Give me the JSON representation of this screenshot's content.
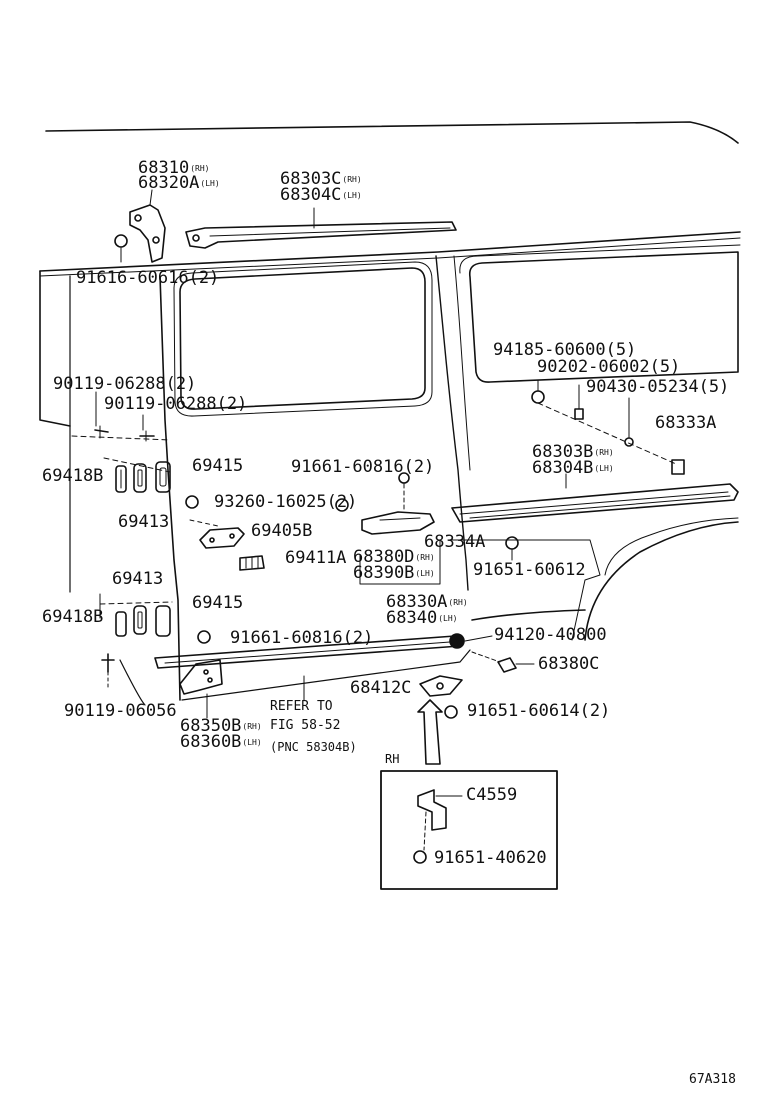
{
  "labels": {
    "p68310": "68310",
    "p68310_side": "(RH)",
    "p68320A": "68320A",
    "p68320A_side": "(LH)",
    "p68303C": "68303C",
    "p68303C_side": "(RH)",
    "p68304C": "68304C",
    "p68304C_side": "(LH)",
    "p91616": "91616-60616(2)",
    "p90119a": "90119-06288(2)",
    "p90119b": "90119-06288(2)",
    "p94185": "94185-60600(5)",
    "p90202": "90202-06002(5)",
    "p90430": "90430-05234(5)",
    "p68333A": "68333A",
    "p69418B_top": "69418B",
    "p69415_top": "69415",
    "p91661_top": "91661-60816(2)",
    "p68303B": "68303B",
    "p68303B_side": "(RH)",
    "p68304B": "68304B",
    "p68304B_side": "(LH)",
    "p93260": "93260-16025(2)",
    "p69413_top": "69413",
    "p69405B": "69405B",
    "p68334A": "68334A",
    "p69411A": "69411A",
    "p68380D": "68380D",
    "p68380D_side": "(RH)",
    "p68390B": "68390B",
    "p68390B_side": "(LH)",
    "p91651_612": "91651-60612",
    "p69413_bot": "69413",
    "p68330A": "68330A",
    "p68330A_side": "(RH)",
    "p68340": "68340",
    "p68340_side": "(LH)",
    "p69418B_bot": "69418B",
    "p69415_bot": "69415",
    "p94120": "94120-40800",
    "p91661_bot": "91661-60816(2)",
    "p68380C": "68380C",
    "p68412C": "68412C",
    "p90119c": "90119-06056",
    "p91651_614": "91651-60614(2)",
    "refer1": "REFER TO",
    "refer2": "FIG 58-52",
    "refer3": "(PNC 58304B)",
    "p68350B": "68350B",
    "p68350B_side": "(RH)",
    "p68360B": "68360B",
    "p68360B_side": "(LH)",
    "inset_title": "RH",
    "pC4559": "C4559",
    "p91651_620": "91651-40620",
    "fig_code": "67A318"
  },
  "colors": {
    "ink": "#111111",
    "paper": "#ffffff"
  }
}
